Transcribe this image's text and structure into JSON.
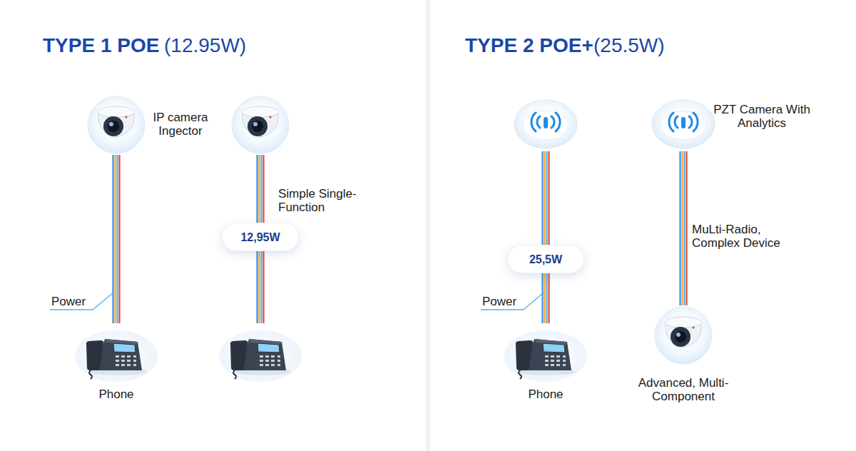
{
  "diagram": {
    "nodes": [
      {
        "text": [
          "IP camera Ingector"
        ]
      },
      {
        "text": []
      },
      {
        "text": [
          "12,95W"
        ]
      },
      {
        "text": [
          "Phone"
        ]
      },
      {
        "text": []
      },
      {
        "text": []
      },
      {
        "text": [
          "PZT Camera With Analytics"
        ]
      },
      {
        "text": [
          "25,5W"
        ]
      },
      {
        "text": [
          "Phone"
        ]
      },
      {
        "text": [
          "Advanced, Multi-Component"
        ]
      }
    ],
    "edges": [
      {
        "from": 0,
        "to": 3,
        "arrow": "none"
      },
      {
        "from": 1,
        "to": 2,
        "arrow": "none",
        "label": "Simple Single-Function"
      },
      {
        "from": 2,
        "to": 4,
        "arrow": "none"
      },
      {
        "from": 5,
        "to": 7,
        "arrow": "none"
      },
      {
        "from": 7,
        "to": 8,
        "arrow": "none"
      },
      {
        "from": 6,
        "to": 9,
        "arrow": "none",
        "label": "MuLti-Radio, Complex Device"
      }
    ],
    "labels": [
      "TYPE 1 POE",
      "(12.95W)",
      "TYPE 2 POE+",
      "(25.5W)",
      "Power",
      "Power"
    ]
  }
}
